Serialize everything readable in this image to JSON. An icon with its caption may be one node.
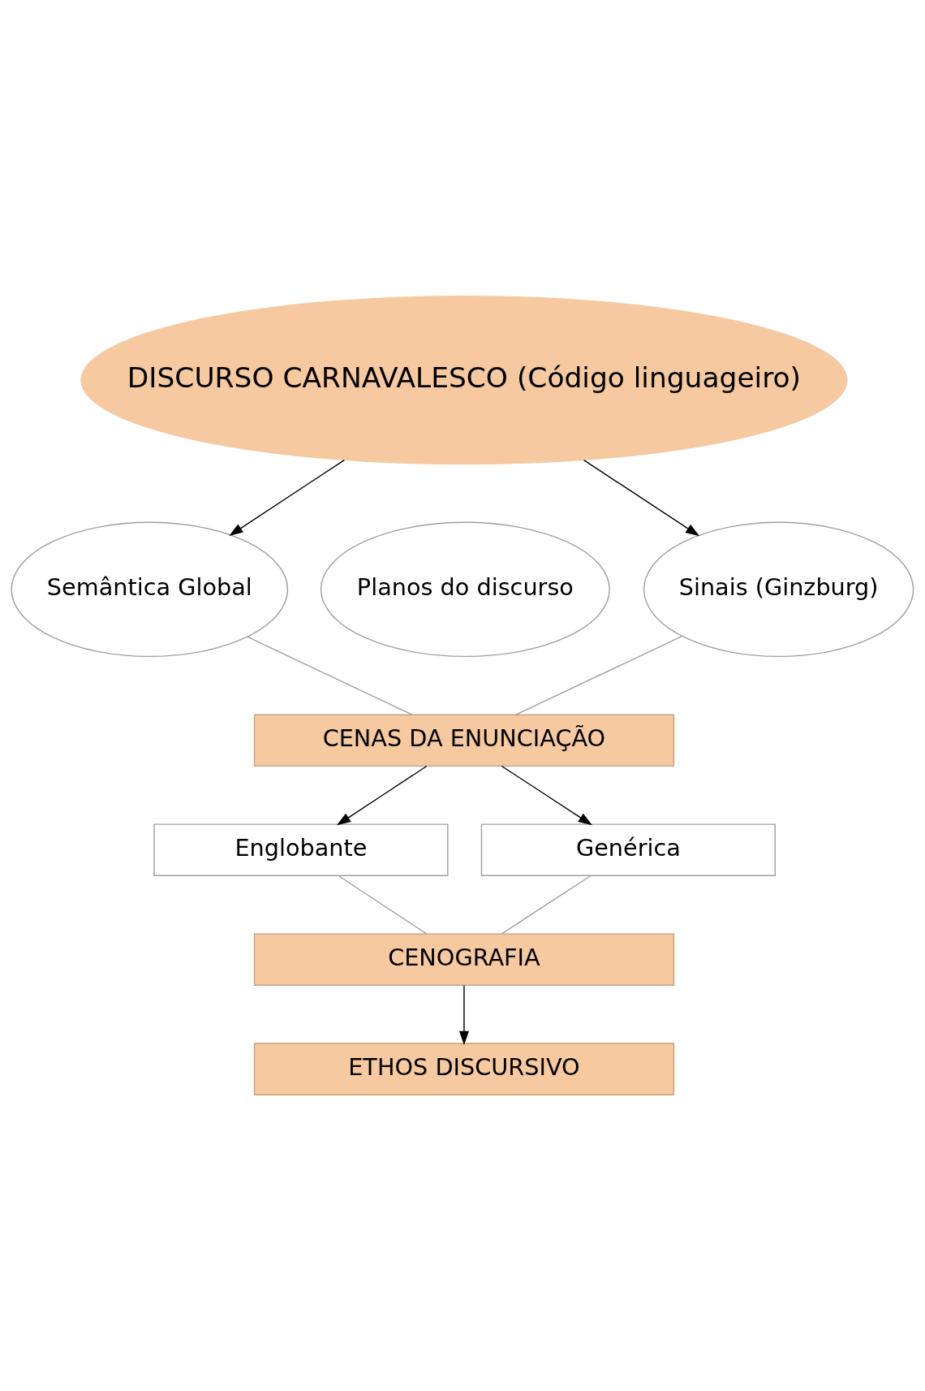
{
  "diagram": {
    "nodes": [
      {
        "text": [
          "DISCURSO CARNAVALESCO (Código linguageiro)"
        ]
      },
      {
        "text": [
          "Semântica Global"
        ]
      },
      {
        "text": [
          "Planos do discurso"
        ]
      },
      {
        "text": [
          "Sinais (Ginzburg)"
        ]
      },
      {
        "text": [
          "CENAS DA ENUNCIAÇÃO"
        ]
      },
      {
        "text": [
          "Englobante"
        ]
      },
      {
        "text": [
          "Genérica"
        ]
      },
      {
        "text": [
          "CENOGRAFIA"
        ]
      },
      {
        "text": [
          "ETHOS DISCURSIVO"
        ]
      }
    ],
    "edges": [
      {
        "from": 0,
        "to": 1,
        "arrow": "to"
      },
      {
        "from": 0,
        "to": 3,
        "arrow": "to"
      },
      {
        "from": 1,
        "to": 4,
        "arrow": "none",
        "color": "#a0a0a0"
      },
      {
        "from": 3,
        "to": 4,
        "arrow": "none",
        "color": "#a0a0a0"
      },
      {
        "from": 4,
        "to": 5,
        "arrow": "to"
      },
      {
        "from": 4,
        "to": 6,
        "arrow": "to"
      },
      {
        "from": 5,
        "to": 7,
        "arrow": "none",
        "color": "#a0a0a0"
      },
      {
        "from": 6,
        "to": 7,
        "arrow": "none",
        "color": "#a0a0a0"
      },
      {
        "from": 7,
        "to": 8,
        "arrow": "to"
      }
    ]
  }
}
